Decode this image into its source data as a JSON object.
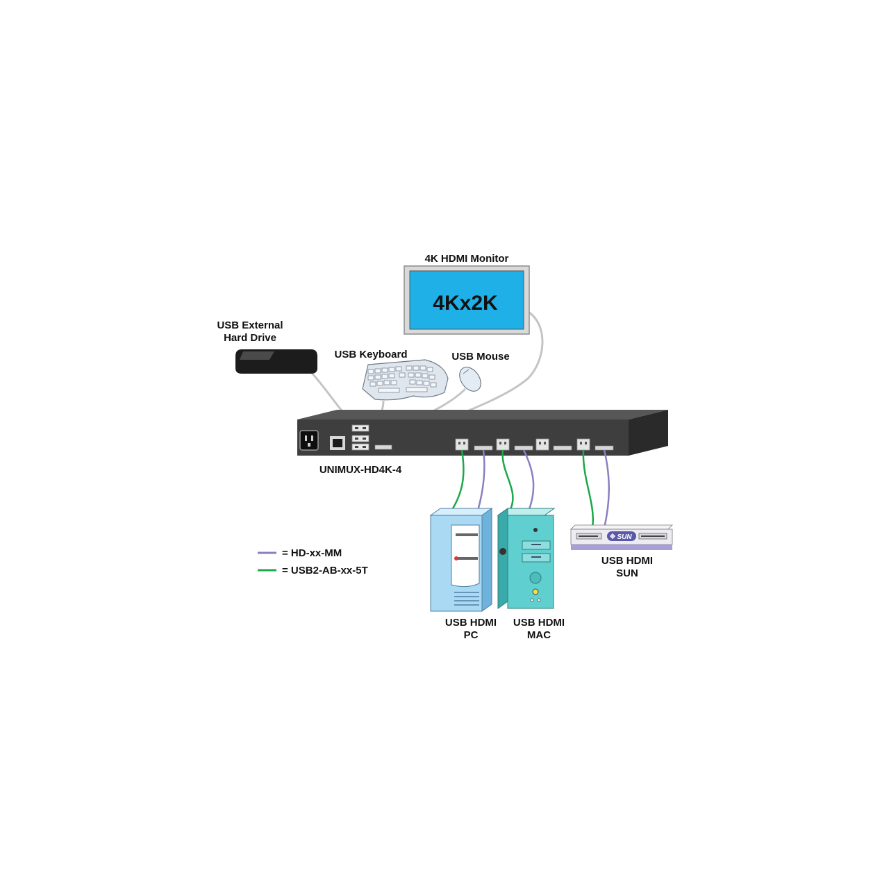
{
  "labels": {
    "monitor": "4K HDMI Monitor",
    "monitor_screen": "4Kx2K",
    "hdd_line1": "USB External",
    "hdd_line2": "Hard Drive",
    "keyboard": "USB Keyboard",
    "mouse": "USB Mouse",
    "switch_model": "UNIMUX-HD4K-4",
    "pc_line1": "USB HDMI",
    "pc_line2": "PC",
    "mac_line1": "USB HDMI",
    "mac_line2": "MAC",
    "sun_line1": "USB HDMI",
    "sun_line2": "SUN",
    "sun_logo": "SUN"
  },
  "legend": [
    {
      "text": "= HD-xx-MM",
      "color": "#8a7fc0"
    },
    {
      "text": "= USB2-AB-xx-5T",
      "color": "#1aa84a"
    }
  ],
  "colors": {
    "hdmi_cable": "#8a7fc0",
    "usb_cable": "#1aa84a",
    "grey_cable": "#c8c8c8",
    "monitor_screen": "#1fb0e8",
    "switch_body": "#3e3e3e",
    "pc_case": "#a9d9f3",
    "mac_case": "#5fcfcf",
    "sun_box": "#ececf2"
  }
}
